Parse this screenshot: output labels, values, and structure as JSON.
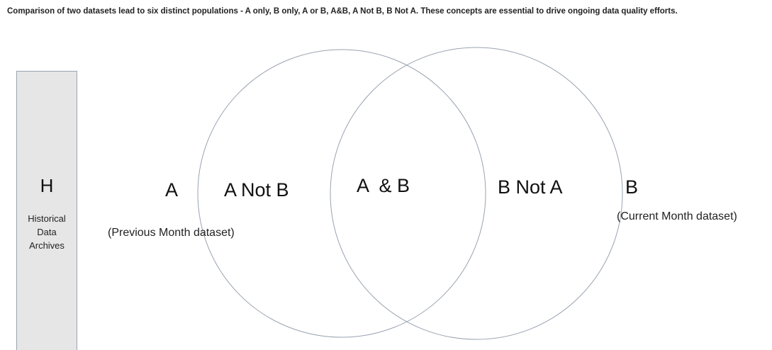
{
  "caption": "Comparison of two datasets lead to six distinct populations - A only, B only, A or B, A&B, A Not B, B Not A. These concepts are essential to drive ongoing data quality efforts.",
  "archive": {
    "letter": "H",
    "lines": [
      "Historical",
      "Data",
      "Archives"
    ]
  },
  "labels": {
    "a": "A",
    "a_desc": "(Previous Month dataset)",
    "a_not_b": "A Not B",
    "a_and_b": "A  & B",
    "b_not_a": "B Not A",
    "b": "B",
    "b_desc": "(Current Month dataset)"
  },
  "colors": {
    "circle_stroke": "#9aa3b0",
    "archive_fill": "#e6e6e6"
  }
}
